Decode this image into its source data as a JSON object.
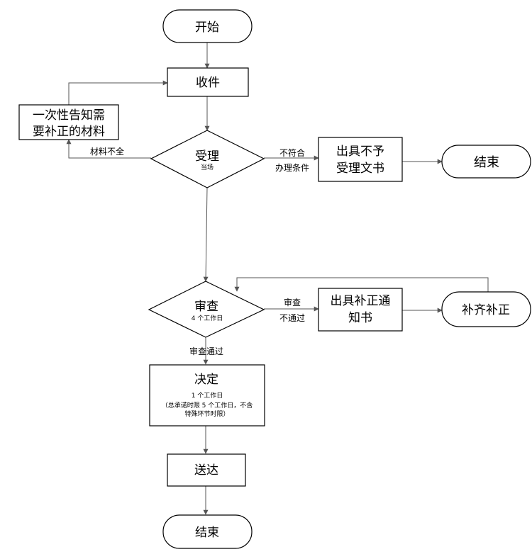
{
  "nodes": {
    "start": "开始",
    "receive": "收件",
    "supplement_notice": [
      "一次性告知需",
      "要补正的材料"
    ],
    "accept": {
      "title": "受理",
      "sub": "当场"
    },
    "reject_doc": [
      "出具不予",
      "受理文书"
    ],
    "end_right": "结束",
    "review": {
      "title": "审查",
      "sub": "4 个工作日"
    },
    "correction_notice": [
      "出具补正通",
      "知书"
    ],
    "complete_correction": "补齐补正",
    "decision": {
      "title": "决定",
      "sub1": "1 个工作日",
      "sub2": "（总承诺时限 5 个工作日，不含",
      "sub3": "特殊环节时限）"
    },
    "deliver": "送达",
    "end_bottom": "结束"
  },
  "edges": {
    "materials_incomplete": "材料不全",
    "not_meet": [
      "不符合",
      "办理条件"
    ],
    "review_fail": [
      "审查",
      "不通过"
    ],
    "review_pass": "审查通过"
  }
}
